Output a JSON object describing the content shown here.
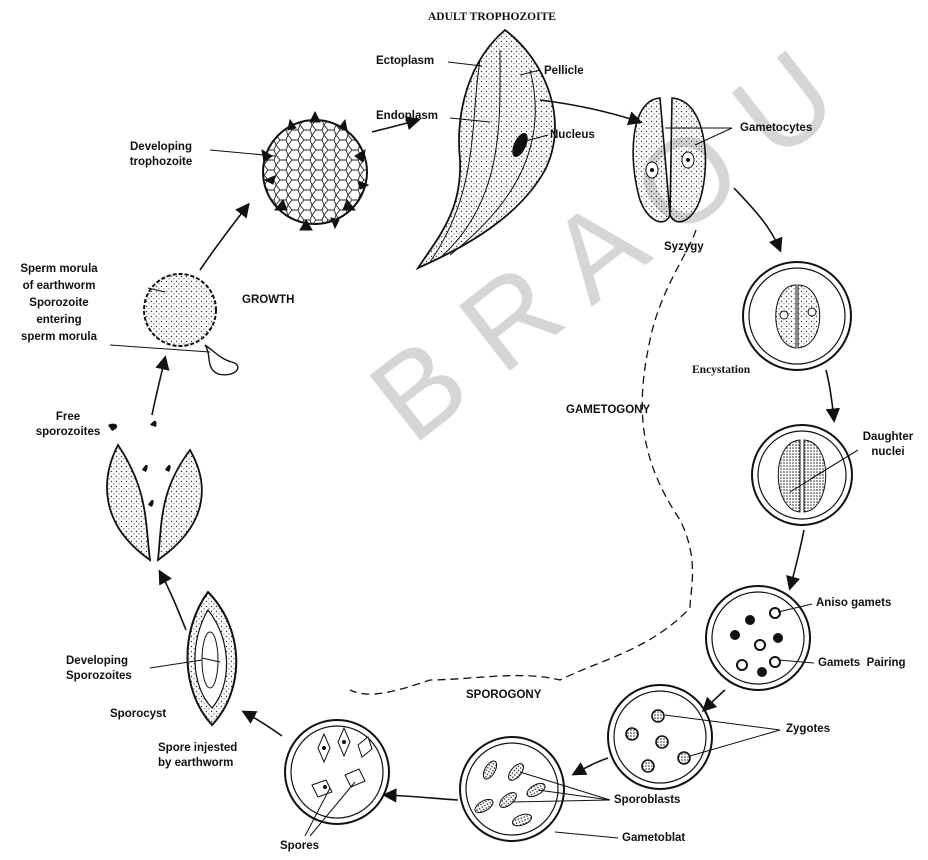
{
  "title": "ADULT TROPHOZOITE",
  "watermark": "B R A O U",
  "phases": {
    "growth": "GROWTH",
    "gametogony": "GAMETOGONY",
    "sporogony": "SPOROGONY"
  },
  "labels": {
    "ectoplasm": "Ectoplasm",
    "pellicle": "Pellicle",
    "endoplasm": "Endoplasm",
    "nucleus": "Nucleus",
    "gametocytes": "Gametocytes",
    "syzygy": "Syzygy",
    "encystation": "Encystation",
    "daughter_nuclei": [
      "Daughter",
      "nuclei"
    ],
    "aniso_gamets": "Aniso gamets",
    "gamets_pairing": "Gamets  Pairing",
    "zygotes": "Zygotes",
    "sporoblasts": "Sporoblasts",
    "gametoblat": "Gametoblat",
    "spores": "Spores",
    "spore_injested": [
      "Spore injested",
      "by earthworm"
    ],
    "sporocyst": "Sporocyst",
    "developing_sporozoites": [
      "Developing",
      "Sporozoites"
    ],
    "free_sporozoites": [
      "Free",
      "sporozoites"
    ],
    "sperm_morula": [
      "Sperm morula",
      "of earthworm",
      "Sporozoite",
      "entering",
      "sperm morula"
    ],
    "developing_trophozoite": [
      "Developing",
      "trophozoite"
    ]
  }
}
